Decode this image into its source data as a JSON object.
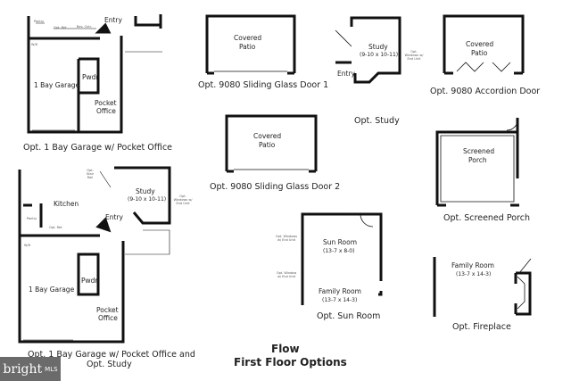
{
  "plans": {
    "garage_office": {
      "caption": "Opt. 1 Bay Garage w/ Pocket Office",
      "rooms": {
        "entry": "Entry",
        "garage": "1 Bay Garage",
        "pwdr": "Pwdr",
        "office_1": "Pocket",
        "office_2": "Office",
        "opt_ref": "Opt. Ref.",
        "bev": "Bev. Cntr.",
        "pantry": "Pantry",
        "wh": "W/H"
      }
    },
    "sliding_door_1": {
      "caption": "Opt. 9080 Sliding Glass Door 1",
      "rooms": {
        "patio_1": "Covered",
        "patio_2": "Patio"
      }
    },
    "study": {
      "caption": "Opt. Study",
      "rooms": {
        "study": "Study",
        "dims": "(9-10 x 10-11)",
        "entry": "Entry",
        "window_note": "Opt. Windows w/ End Unit"
      }
    },
    "accordion_door": {
      "caption": "Opt. 9080 Accordion Door",
      "rooms": {
        "patio_1": "Covered",
        "patio_2": "Patio"
      }
    },
    "sliding_door_2": {
      "caption": "Opt. 9080 Sliding Glass Door 2",
      "rooms": {
        "patio_1": "Covered",
        "patio_2": "Patio"
      }
    },
    "screened_porch": {
      "caption": "Opt. Screened Porch",
      "rooms": {
        "porch_1": "Screened",
        "porch_2": "Porch"
      }
    },
    "garage_office_study": {
      "caption_1": "Opt. 1 Bay Garage w/ Pocket Office and",
      "caption_2": "Opt. Study",
      "rooms": {
        "kitchen": "Kitchen",
        "study": "Study",
        "dims": "(9-10 x 10-11)",
        "entry": "Entry",
        "garage": "1 Bay Garage",
        "pwdr": "Pwdr",
        "office_1": "Pocket",
        "office_2": "Office",
        "pantry": "Pantry",
        "opt_ref": "Opt. Ref.",
        "opt_stair": "Opt. Stair Rail",
        "window_note": "Opt. Windows w/ End Unit",
        "wh": "W/H"
      }
    },
    "sun_room": {
      "caption": "Opt. Sun Room",
      "rooms": {
        "sun": "Sun Room",
        "sun_dims": "(13-7 x 8-0)",
        "family": "Family Room",
        "family_dims": "(13-7 x 14-3)",
        "window_note_1": "Opt. Windows w/ End Unit",
        "window_note_2": "Opt. Window w/ End Unit"
      }
    },
    "fireplace": {
      "caption": "Opt. Fireplace",
      "rooms": {
        "family": "Family Room",
        "family_dims": "(13-7 x 14-3)"
      }
    }
  },
  "title": {
    "line_1": "Flow",
    "line_2": "First Floor Options"
  },
  "watermark": {
    "brand": "bright",
    "suffix": "MLS"
  }
}
